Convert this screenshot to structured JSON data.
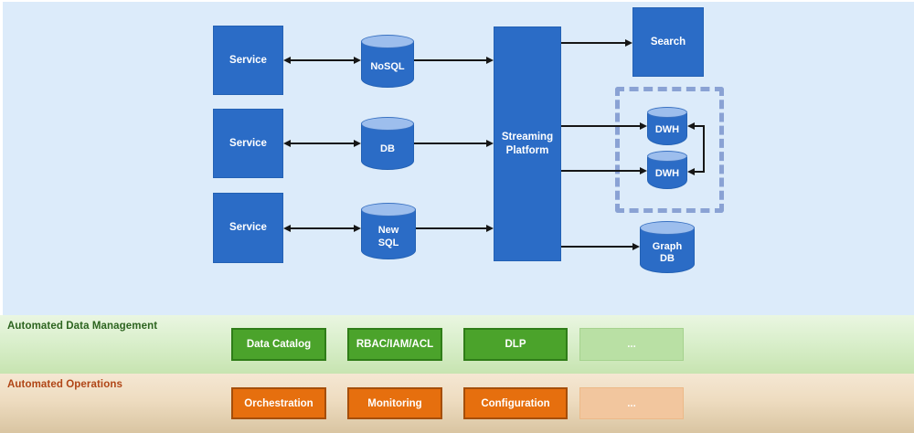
{
  "diagram": {
    "services": [
      "Service",
      "Service",
      "Service"
    ],
    "databases": {
      "nosql": "NoSQL",
      "db": "DB",
      "newsql": "New SQL",
      "dwh1": "DWH",
      "dwh2": "DWH",
      "graphdb": "Graph DB"
    },
    "streaming_platform": "Streaming Platform",
    "search": "Search",
    "colors": {
      "node_fill": "#2b6cc6",
      "cylinder_cap": "#9dbeed",
      "background": "#dcebfa",
      "arrow": "#161616",
      "dashed_border": "#8aa2d4"
    }
  },
  "bands": {
    "management": {
      "label": "Automated Data Management",
      "label_color": "#2d6420",
      "button_color": "#4ba32b",
      "muted_button_color": "#b9e0a4",
      "buttons": [
        "Data Catalog",
        "RBAC/IAM/ACL",
        "DLP",
        "..."
      ]
    },
    "operations": {
      "label": "Automated Operations",
      "label_color": "#b04516",
      "button_color": "#e66f0e",
      "muted_button_color": "#f2c69e",
      "buttons": [
        "Orchestration",
        "Monitoring",
        "Configuration",
        "..."
      ]
    }
  }
}
